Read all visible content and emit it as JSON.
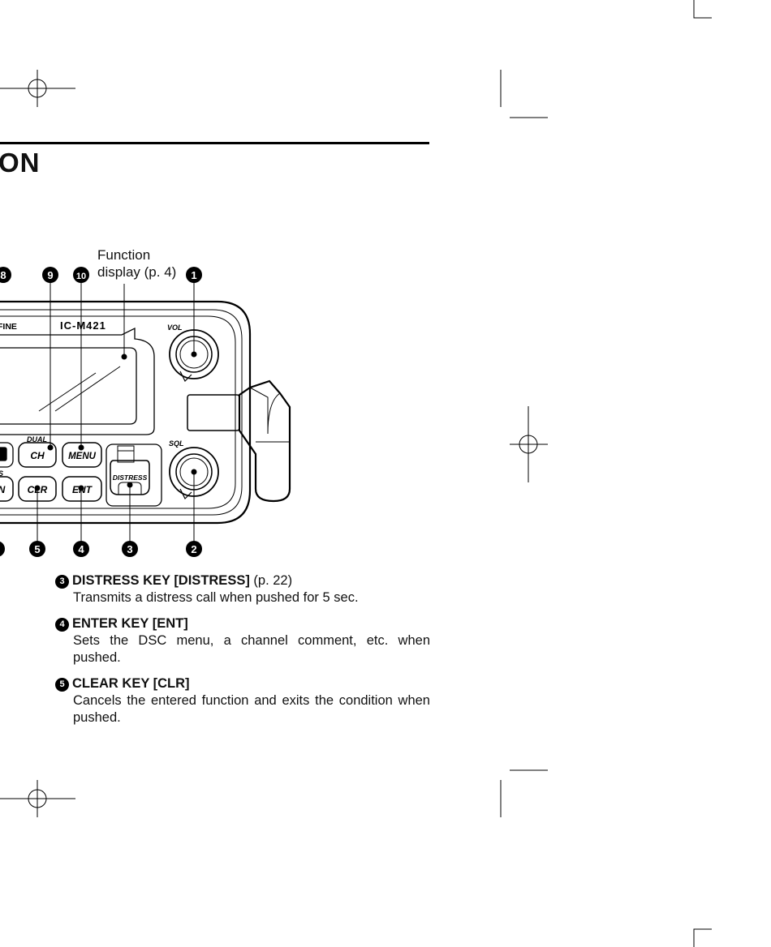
{
  "page": {
    "heading": "ON"
  },
  "diagram": {
    "function_display_label_line1": "Function",
    "function_display_label_line2": "display (p. 4)",
    "model_name": "IC-M421",
    "partial_brand": "FINE",
    "knob_vol_label": "VOL",
    "knob_sql_label": "SQL",
    "dual_label": "DUAL",
    "partial_s_label": "S",
    "keys": {
      "ch": "CH",
      "menu": "MENU",
      "clr": "CLR",
      "ent": "ENT",
      "distress": "DISTRESS",
      "partial_left": "N"
    },
    "callouts_top": [
      "8",
      "9",
      "10",
      "1"
    ],
    "callouts_bottom": [
      "5",
      "4",
      "3",
      "2"
    ]
  },
  "descriptions": [
    {
      "number": "3",
      "title": "DISTRESS KEY [DISTRESS]",
      "ref": " (p. 22)",
      "body": "Transmits a distress call when pushed for 5 sec."
    },
    {
      "number": "4",
      "title": "ENTER KEY [ENT]",
      "ref": "",
      "body": "Sets the DSC menu, a channel comment, etc. when pushed."
    },
    {
      "number": "5",
      "title": "CLEAR KEY [CLR]",
      "ref": "",
      "body": "Cancels the entered function and exits the condition when pushed."
    }
  ]
}
